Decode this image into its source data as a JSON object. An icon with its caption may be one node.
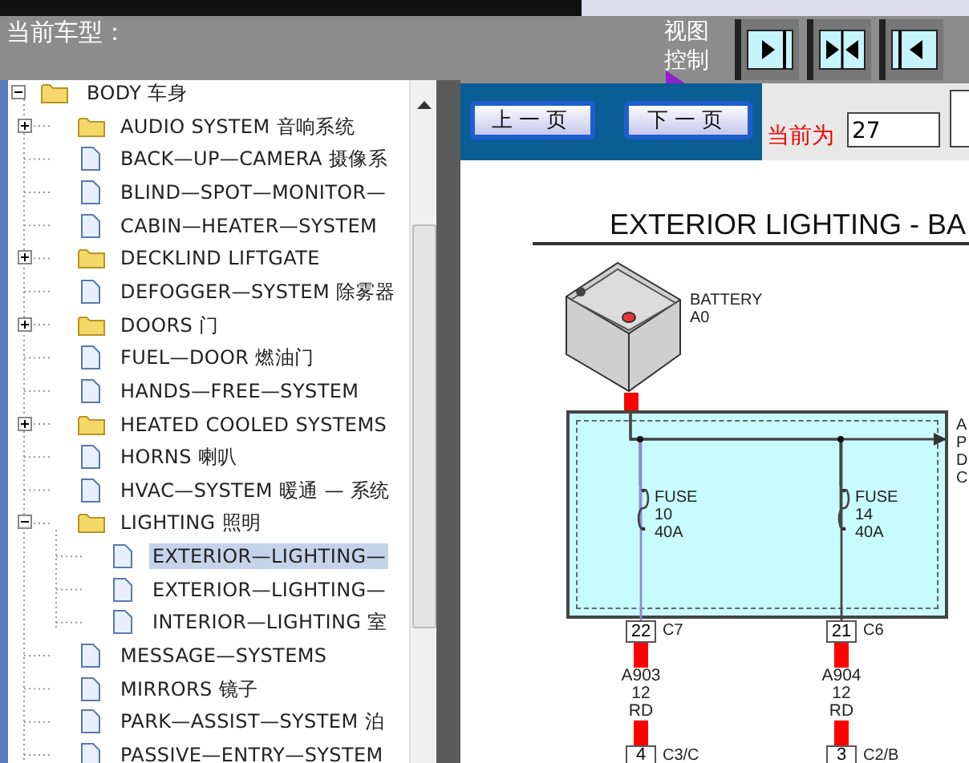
{
  "diagram": {
    "title": "EXTERIOR LIGHTING - BA",
    "nodes": [
      {
        "text": [],
        "shape": "picture",
        "beside": [
          "BATTERY A0"
        ]
      },
      {
        "text": [],
        "shape": "box",
        "beside": [
          "A P D C"
        ]
      },
      {
        "text": [],
        "shape": "fuse",
        "in": 1,
        "beside": [
          "FUSE 10 40A"
        ]
      },
      {
        "text": [],
        "shape": "fuse",
        "in": 1,
        "beside": [
          "FUSE 14 40A"
        ]
      },
      {
        "text": [
          "22"
        ],
        "beside": [
          "C7"
        ]
      },
      {
        "text": [
          "21"
        ],
        "beside": [
          "C6"
        ]
      },
      {
        "text": [
          "4"
        ],
        "beside": [
          "C3/C"
        ]
      },
      {
        "text": [
          "3"
        ],
        "beside": [
          "C2/B"
        ]
      }
    ],
    "edges": [
      {
        "from": 0,
        "to": 2,
        "arrow": "none"
      },
      {
        "from": 0,
        "to": 3,
        "arrow": "none"
      },
      {
        "from": 0,
        "to": 1,
        "arrow": "to"
      },
      {
        "from": 2,
        "to": 4,
        "arrow": "none",
        "color": "#8c8cd0"
      },
      {
        "from": 3,
        "to": 5,
        "arrow": "none"
      },
      {
        "from": 4,
        "to": 6,
        "arrow": "none",
        "label": "A903 12 RD",
        "style": "thick",
        "color": "#ff0000"
      },
      {
        "from": 5,
        "to": 7,
        "arrow": "none",
        "label": "A904 12 RD",
        "style": "thick",
        "color": "#ff0000"
      }
    ],
    "labels": [
      "当前车型：",
      "视图控制",
      "BODY 车身",
      "AUDIO SYSTEM 音响系统",
      "BACK—UP—CAMERA 摄像系",
      "BLIND—SPOT—MONITOR—",
      "CABIN—HEATER—SYSTEM",
      "DECKLIND LIFTGATE",
      "DEFOGGER—SYSTEM 除雾器",
      "DOORS 门",
      "FUEL—DOOR 燃油门",
      "HANDS—FREE—SYSTEM",
      "HEATED COOLED SYSTEMS",
      "HORNS 喇叭",
      "HVAC—SYSTEM 暖通 — 系统",
      "LIGHTING 照明",
      "EXTERIOR—LIGHTING—",
      "EXTERIOR—LIGHTING—",
      "INTERIOR—LIGHTING 室",
      "MESSAGE—SYSTEMS",
      "MIRRORS 镜子",
      "PARK—ASSIST—SYSTEM 泊",
      "PASSIVE—ENTRY—SYSTEM",
      "上一页",
      "下一页",
      "当前为",
      "27"
    ]
  }
}
